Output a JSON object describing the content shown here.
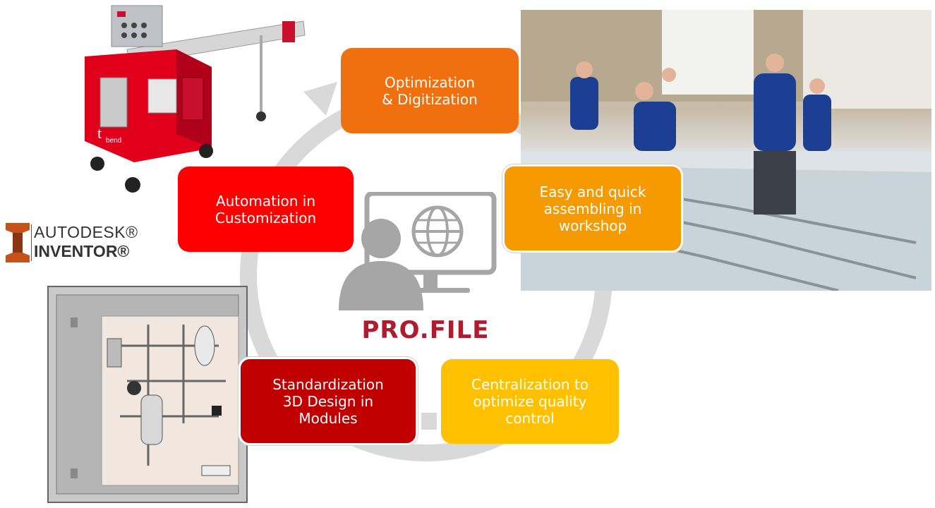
{
  "cycle_steps": {
    "optimization": "Optimization\n& Digitization",
    "easy_assembling": "Easy and quick\nassembling in\nworkshop",
    "centralization": "Centralization to\noptimize quality\ncontrol",
    "standardization": "Standardization\n3D Design in\nModules",
    "automation": "Automation in\nCustomization"
  },
  "logos": {
    "autodesk_line1": "AUTODESK®",
    "autodesk_line2": "INVENTOR®",
    "profile": "PRO.FILE",
    "bend_machine_label": "bend"
  },
  "icons": {
    "center": "user-with-globe-monitor-icon"
  },
  "colors": {
    "optimization": "#f07010",
    "easy_assembling": "#f59a00",
    "centralization": "#ffc000",
    "standardization": "#c00000",
    "automation": "#ff0000",
    "ring": "#d9d9d9",
    "profile_red": "#b01b2e",
    "icon_gray": "#a6a6a6"
  }
}
